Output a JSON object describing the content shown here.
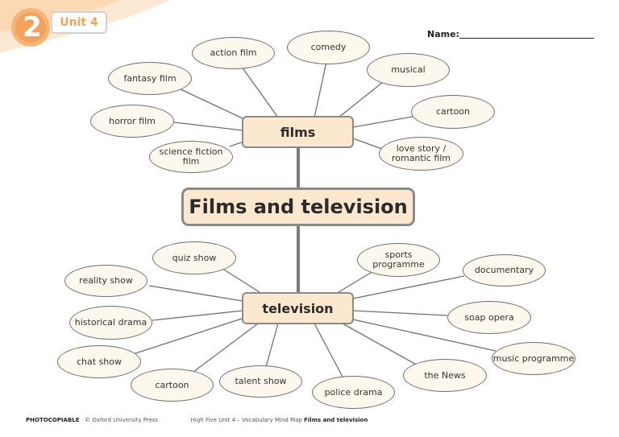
{
  "header": {
    "unit_number": "2",
    "unit_label": "Unit 4",
    "name_label": "Name:"
  },
  "colors": {
    "accent_orange": "#f2a25a",
    "node_fill": "#fce7cf",
    "leaf_fill": "#fdf8ee",
    "connector": "#6f6f6f"
  },
  "mind_map": {
    "center": "Films and television",
    "branches": [
      {
        "label": "films",
        "items": [
          "action film",
          "comedy",
          "musical",
          "fantasy film",
          "cartoon",
          "horror film",
          "science fiction film",
          "love story / romantic film"
        ]
      },
      {
        "label": "television",
        "items": [
          "quiz show",
          "sports programme",
          "documentary",
          "reality show",
          "historical drama",
          "soap opera",
          "chat show",
          "music programme",
          "cartoon",
          "talent show",
          "police drama",
          "the News"
        ]
      }
    ]
  },
  "footer": {
    "photocopiable": "PHOTOCOPIABLE",
    "copyright": "© Oxford University Press",
    "course": "High Five Unit 4 – Vocabulary Mind Map",
    "topic": "Films and television"
  }
}
